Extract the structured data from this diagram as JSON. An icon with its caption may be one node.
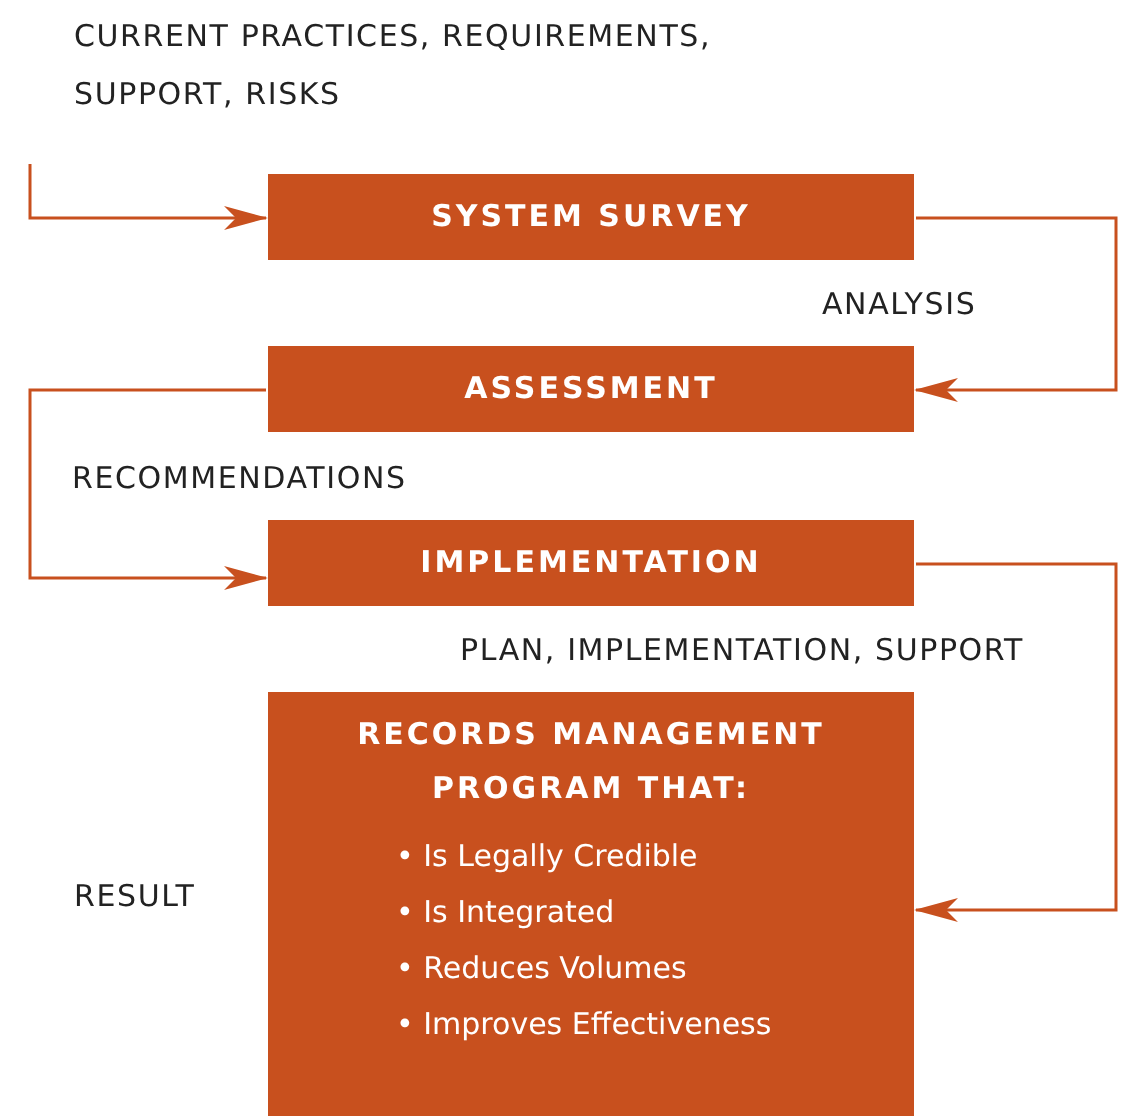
{
  "diagram": {
    "nodes": [
      {
        "text": [
          "SYSTEM SURVEY"
        ]
      },
      {
        "text": [
          "ASSESSMENT"
        ]
      },
      {
        "text": [
          "IMPLEMENTATION"
        ]
      },
      {
        "text": [
          "RECORDS MANAGEMENT PROGRAM THAT:",
          "• Is Legally Credible",
          "• Is Integrated",
          "• Reduces Volumes",
          "• Improves Effectiveness"
        ]
      }
    ],
    "edges": [
      {
        "from": null,
        "to": 0,
        "arrow": "to",
        "label": "CURRENT PRACTICES, REQUIREMENTS, SUPPORT, RISKS"
      },
      {
        "from": 0,
        "to": 1,
        "arrow": "to",
        "label": "ANALYSIS"
      },
      {
        "from": 1,
        "to": 2,
        "arrow": "to",
        "label": "RECOMMENDATIONS"
      },
      {
        "from": 2,
        "to": 3,
        "arrow": "to",
        "label": "PLAN, IMPLEMENTATION, SUPPORT"
      }
    ],
    "labels": [
      "RESULT"
    ]
  }
}
